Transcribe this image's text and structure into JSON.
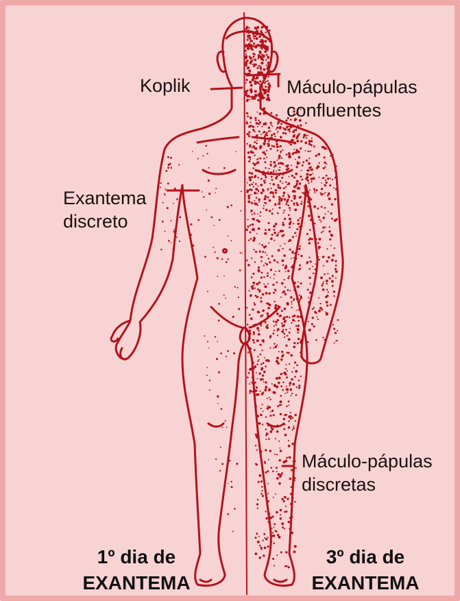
{
  "labels": {
    "koplik": "Koplik",
    "confluent": [
      "Máculo-pápulas",
      "confluentes"
    ],
    "discrete_rash": [
      "Exantema",
      "discreto"
    ],
    "discrete_papules": [
      "Máculo-pápulas",
      "discretas"
    ]
  },
  "captions": {
    "left": [
      "1º dia de",
      "EXANTEMA"
    ],
    "right": [
      "3º dia de",
      "EXANTEMA"
    ]
  },
  "colors": {
    "background": "#f7d3d3",
    "border": "#f0a9a9",
    "outline": "#b3121b",
    "spots": "#b3121b"
  }
}
